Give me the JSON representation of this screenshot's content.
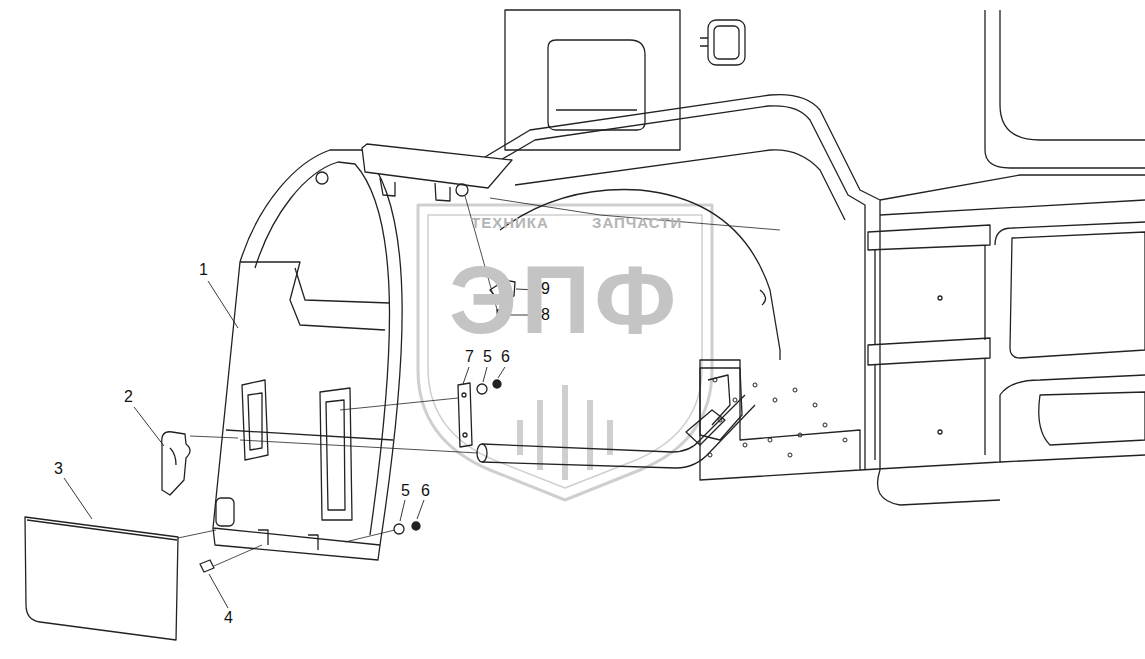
{
  "diagram": {
    "labels": [
      "ТЕХНИКА",
      "ЗАПЧАСТИ",
      "ЭПФ",
      "1",
      "9",
      "8",
      "7",
      "5",
      "6",
      "2",
      "3",
      "5",
      "6",
      "4"
    ]
  }
}
